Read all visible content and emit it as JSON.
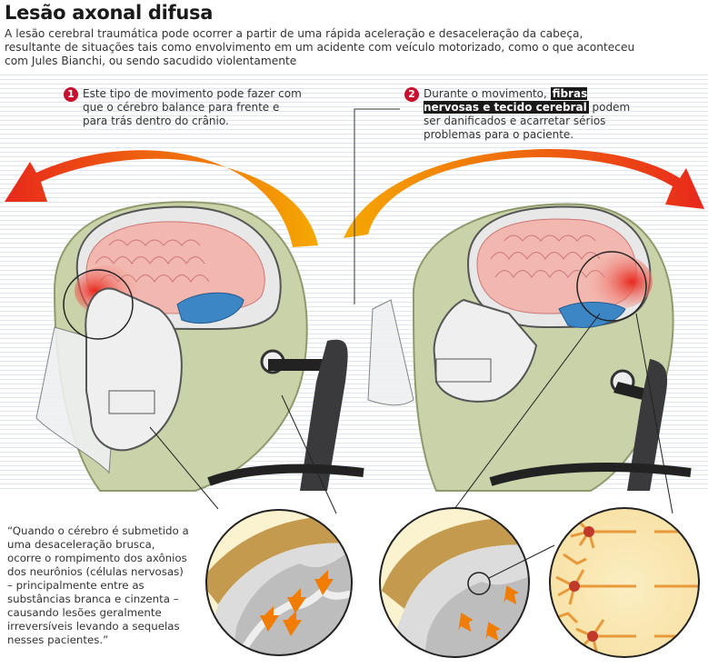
{
  "title": "Lesão axonal difusa",
  "intro": "A lesão cerebral traumática pode ocorrer a partir de uma rápida aceleração e desaceleração da cabeça, resultante de situações tais como envolvimento em um acidente com veículo motorizado, como o que aconteceu com Jules Bianchi, ou sendo sacudido violentamente",
  "step1": {
    "number": "1",
    "text": "Este tipo de movimento pode fazer com que o cérebro balance para frente e para trás dentro do crânio."
  },
  "step2": {
    "number": "2",
    "text_before": "Durante o movimento,",
    "highlight": "fibras nervosas e tecido cerebral",
    "text_after": "podem ser danificados e acarretar sérios problemas para o paciente."
  },
  "quote": "“Quando o cérebro é submetido a uma desaceleração brusca, ocorre o rompimento dos axônios dos neurônios (células nervosas) – principalmente entre as substâncias branca e cinzenta – causando lesões geralmente irreversíveis levando a sequelas nesses pacientes.”",
  "colors": {
    "badge": "#c8102e",
    "arrow_start": "#e8281c",
    "arrow_end": "#f5a800",
    "helmet": "#c9d2a8",
    "brain": "#f2b8b0",
    "cerebellum": "#3d86c6",
    "seat": "#3a3a3c"
  }
}
